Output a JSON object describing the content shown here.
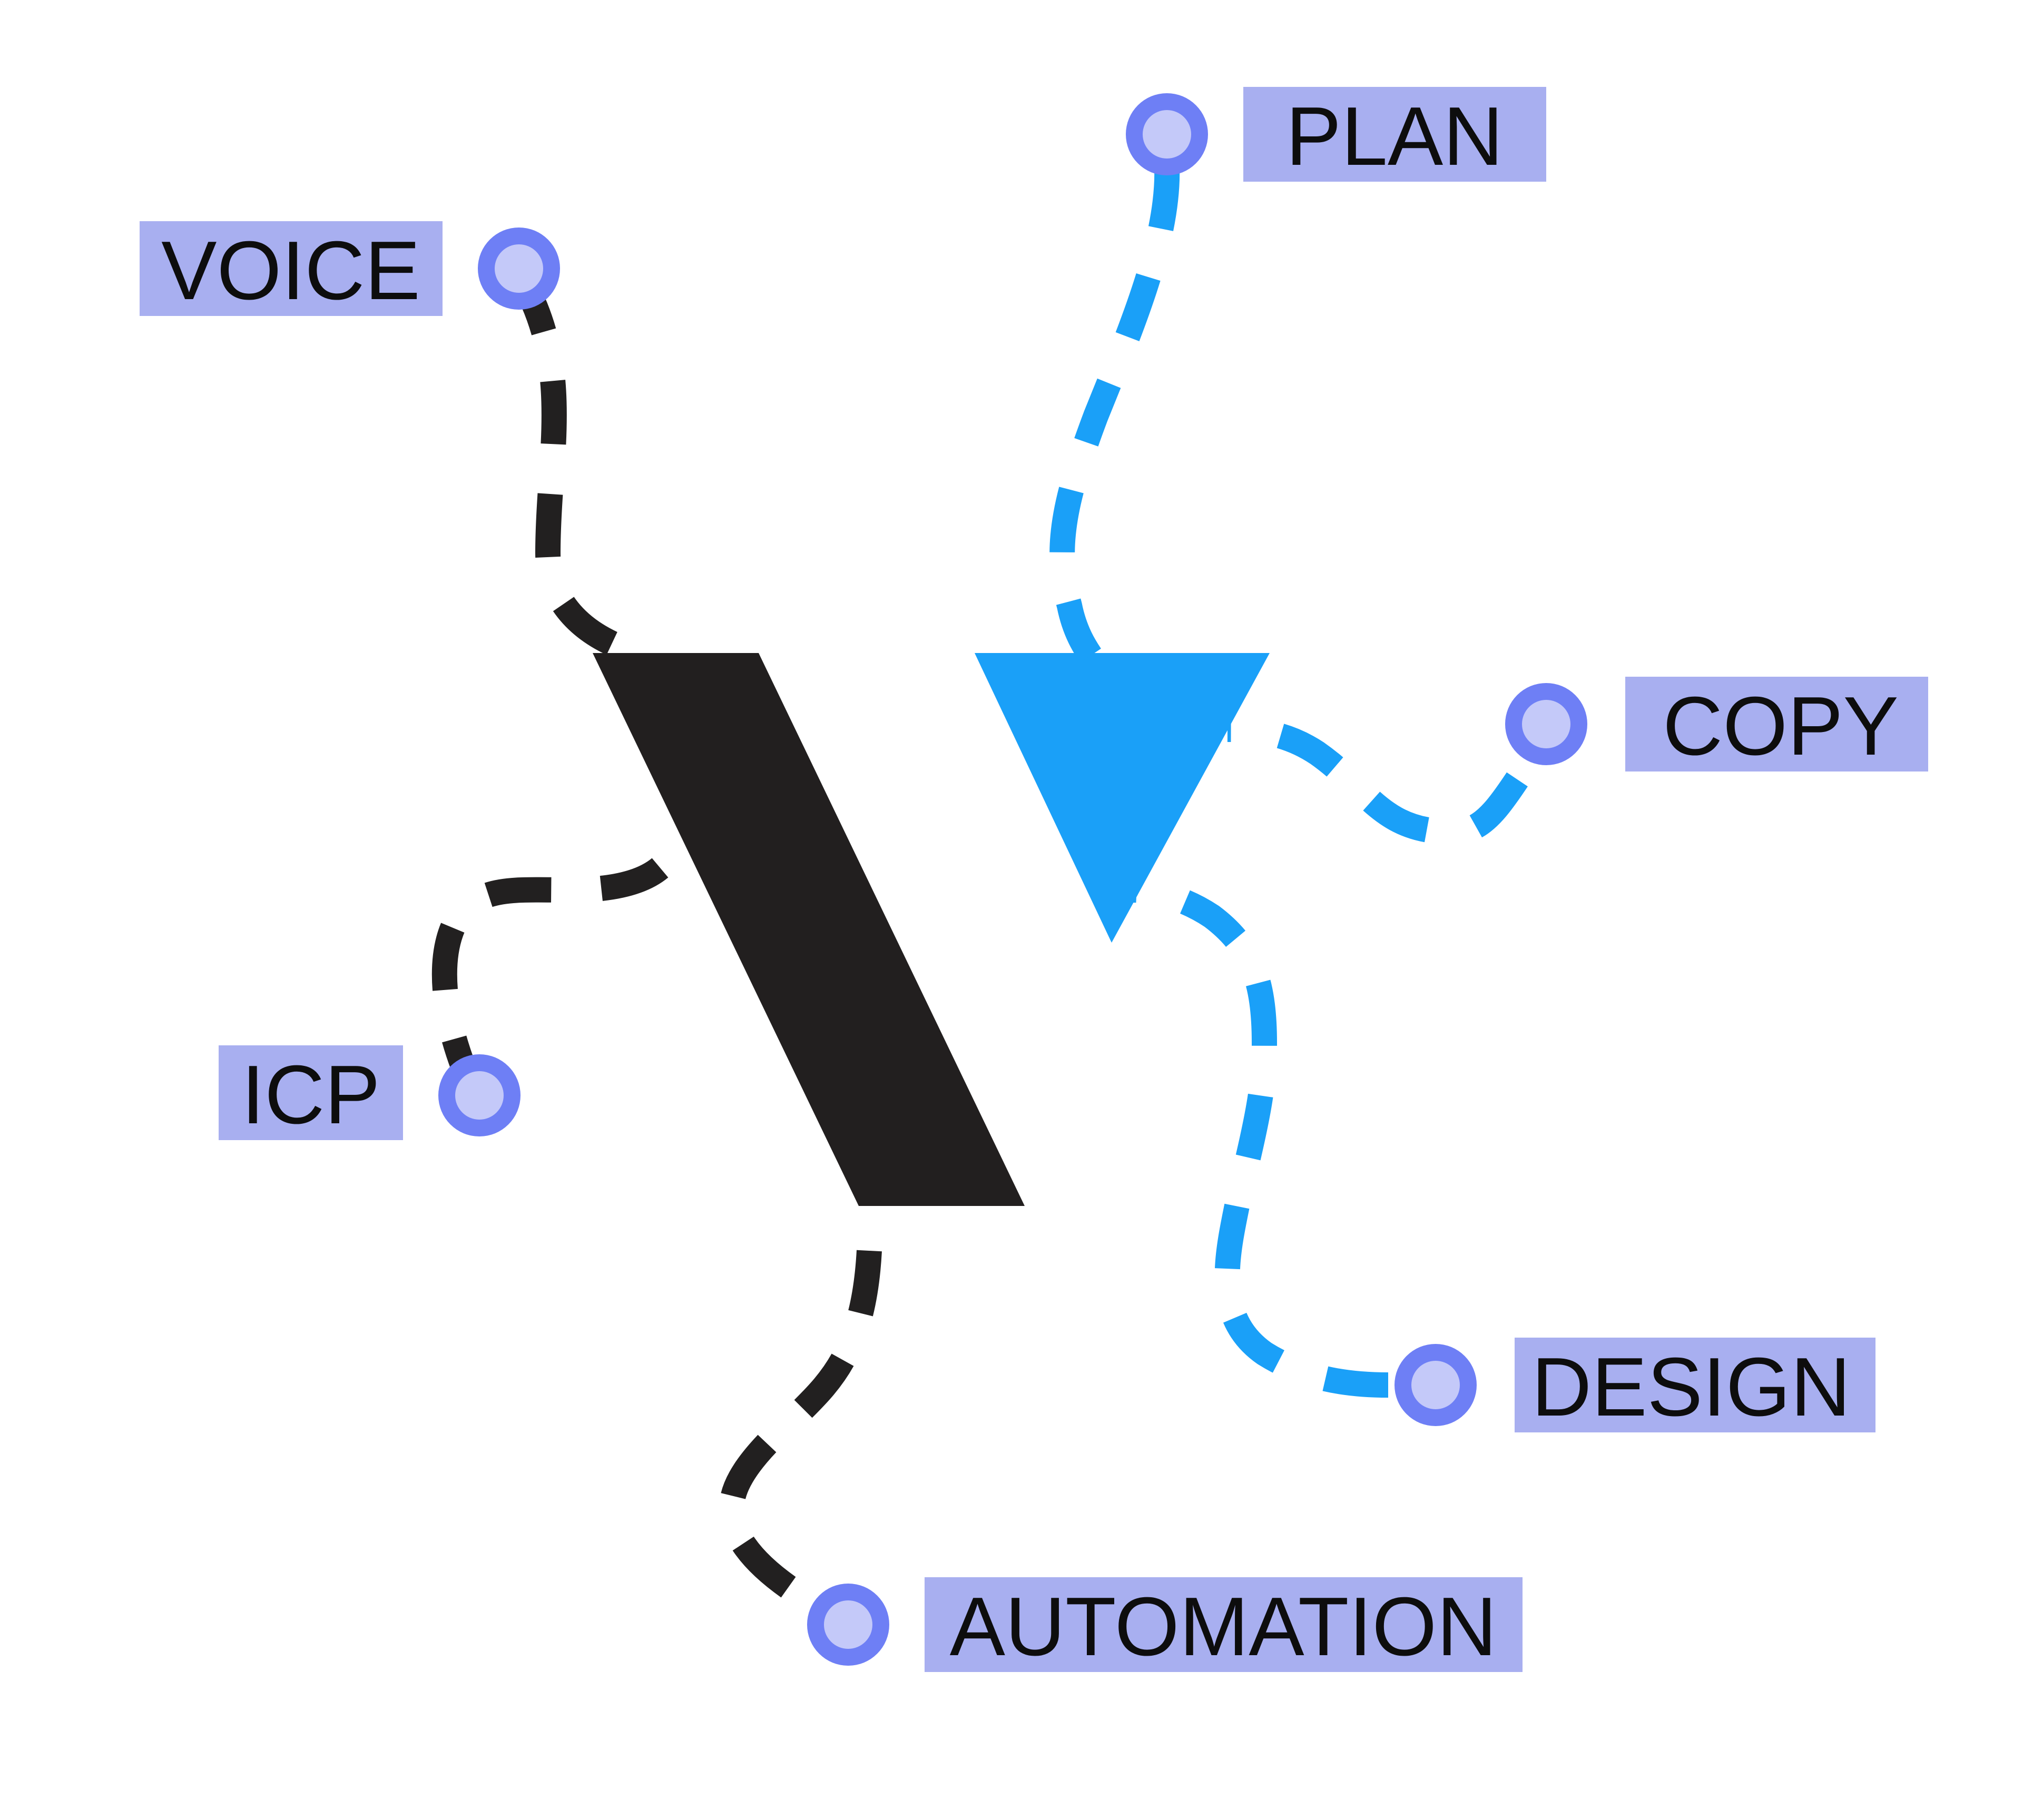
{
  "colors": {
    "background": "#ffffff",
    "label_box": "#a8aff0",
    "node_ring": "#6e7ff5",
    "node_center": "#c4c9f9",
    "black_path": "#222020",
    "blue_path": "#1aa0f8",
    "black_shape": "#221f1f",
    "blue_shape": "#1aa0f8"
  },
  "nodes": {
    "voice": {
      "label": "VOICE"
    },
    "plan": {
      "label": "PLAN"
    },
    "copy": {
      "label": "COPY"
    },
    "icp": {
      "label": "ICP"
    },
    "design": {
      "label": "DESIGN"
    },
    "automation": {
      "label": "AUTOMATION"
    }
  }
}
